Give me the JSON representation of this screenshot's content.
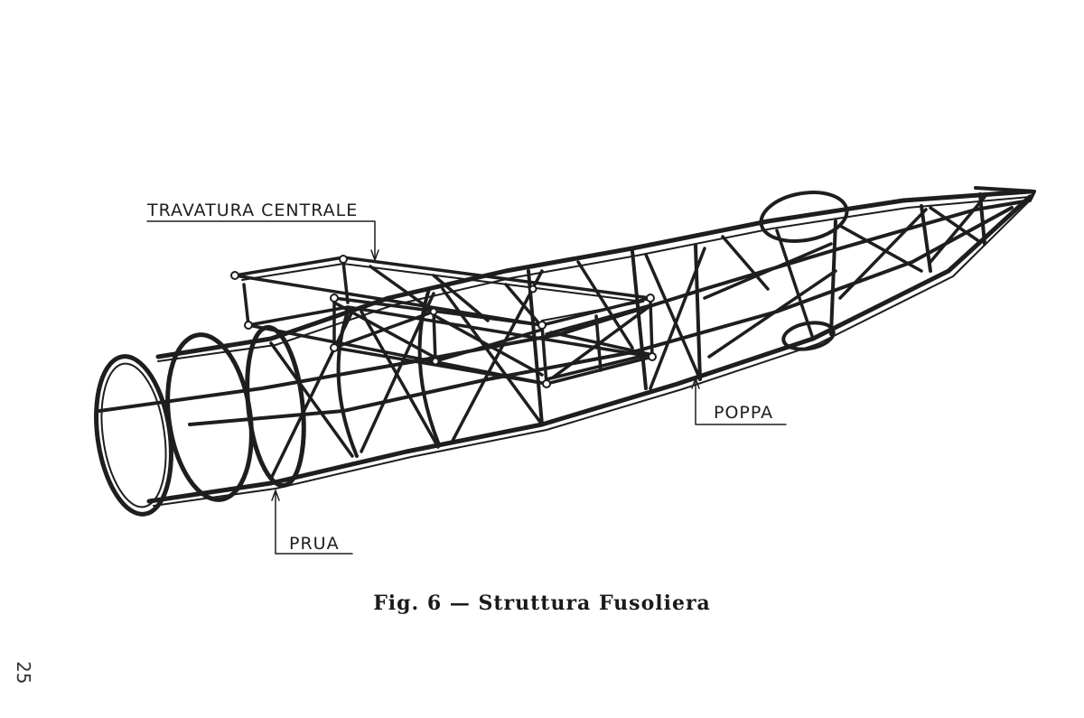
{
  "labels": {
    "central_truss": "TRAVATURA CENTRALE",
    "stern": "POPPA",
    "bow": "PRUA"
  },
  "caption": "Fig. 6 — Struttura Fusoliera",
  "page_number": "25",
  "colors": {
    "ink": "#1e1e1e",
    "paper": "#ffffff"
  }
}
